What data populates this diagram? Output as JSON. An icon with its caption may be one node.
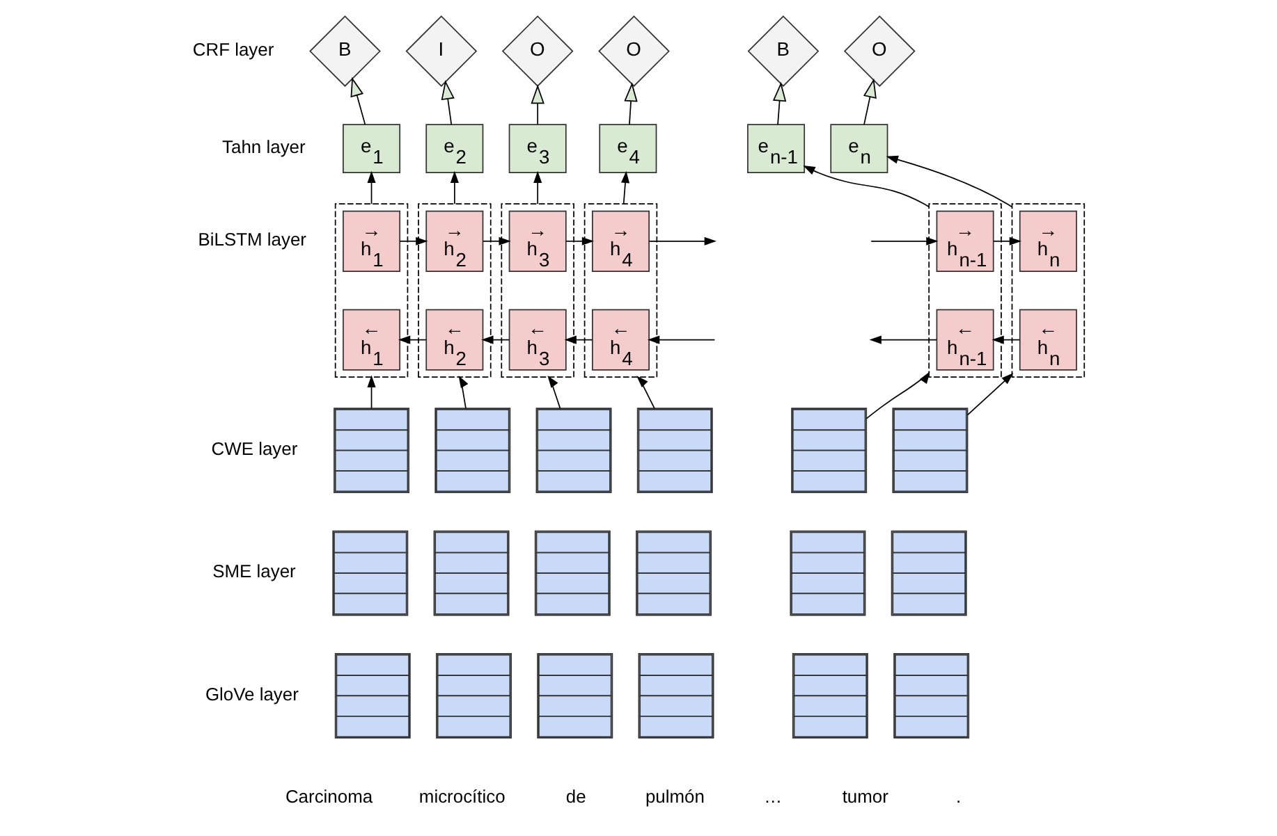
{
  "diagram": {
    "nodes": [
      {
        "text": [
          "B"
        ]
      },
      {
        "text": [
          "I"
        ]
      },
      {
        "text": [
          "O"
        ]
      },
      {
        "text": [
          "O"
        ]
      },
      {
        "text": [
          "B"
        ]
      },
      {
        "text": [
          "O"
        ]
      },
      {
        "text": [
          "e$_{1}$"
        ]
      },
      {
        "text": [
          "e$_{2}$"
        ]
      },
      {
        "text": [
          "e$_{3}$"
        ]
      },
      {
        "text": [
          "e$_{4}$"
        ]
      },
      {
        "text": [
          "e$_{n-1}$"
        ]
      },
      {
        "text": [
          "e$_{n}$"
        ]
      },
      {
        "text": [],
        "shape": "box"
      },
      {
        "text": [
          "→",
          "h$_{1}$"
        ],
        "in": 12
      },
      {
        "text": [
          "←",
          "h$_{1}$"
        ],
        "in": 12
      },
      {
        "text": [],
        "shape": "box"
      },
      {
        "text": [
          "→",
          "h$_{2}$"
        ],
        "in": 15
      },
      {
        "text": [
          "←",
          "h$_{2}$"
        ],
        "in": 15
      },
      {
        "text": [],
        "shape": "box"
      },
      {
        "text": [
          "→",
          "h$_{3}$"
        ],
        "in": 18
      },
      {
        "text": [
          "←",
          "h$_{3}$"
        ],
        "in": 18
      },
      {
        "text": [],
        "shape": "box"
      },
      {
        "text": [
          "→",
          "h$_{4}$"
        ],
        "in": 21
      },
      {
        "text": [
          "←",
          "h$_{4}$"
        ],
        "in": 21
      },
      {
        "text": [],
        "shape": "box"
      },
      {
        "text": [
          "→",
          "h$_{n-1}$"
        ],
        "in": 24
      },
      {
        "text": [
          "←",
          "h$_{n-1}$"
        ],
        "in": 24
      },
      {
        "text": [],
        "shape": "box"
      },
      {
        "text": [
          "→",
          "h$_{n}$"
        ],
        "in": 27
      },
      {
        "text": [
          "←",
          "h$_{n}$"
        ],
        "in": 27
      },
      {
        "text": [],
        "shape": "box"
      },
      {
        "text": [],
        "shape": "box"
      },
      {
        "text": [],
        "shape": "box"
      },
      {
        "text": [],
        "shape": "box"
      },
      {
        "text": [],
        "shape": "box"
      },
      {
        "text": [],
        "shape": "box"
      },
      {
        "text": [],
        "shape": "box"
      },
      {
        "text": [],
        "shape": "box"
      },
      {
        "text": [],
        "shape": "box"
      },
      {
        "text": [],
        "shape": "box"
      },
      {
        "text": [],
        "shape": "box"
      },
      {
        "text": [],
        "shape": "box"
      },
      {
        "text": [],
        "shape": "box"
      },
      {
        "text": [],
        "shape": "box"
      },
      {
        "text": [],
        "shape": "box"
      },
      {
        "text": [],
        "shape": "box"
      },
      {
        "text": [],
        "shape": "box"
      },
      {
        "text": [],
        "shape": "box"
      }
    ],
    "edges": [
      {
        "from": 6,
        "to": 0,
        "arrow": "to"
      },
      {
        "from": 7,
        "to": 1,
        "arrow": "to"
      },
      {
        "from": 8,
        "to": 2,
        "arrow": "to"
      },
      {
        "from": 9,
        "to": 3,
        "arrow": "to"
      },
      {
        "from": 10,
        "to": 4,
        "arrow": "to"
      },
      {
        "from": 11,
        "to": 5,
        "arrow": "to"
      },
      {
        "from": 12,
        "to": 6,
        "arrow": "to"
      },
      {
        "from": 15,
        "to": 7,
        "arrow": "to"
      },
      {
        "from": 18,
        "to": 8,
        "arrow": "to"
      },
      {
        "from": 21,
        "to": 9,
        "arrow": "to"
      },
      {
        "from": 24,
        "to": 10,
        "arrow": "to"
      },
      {
        "from": 27,
        "to": 11,
        "arrow": "to"
      },
      {
        "from": 13,
        "to": 16,
        "arrow": "to"
      },
      {
        "from": 16,
        "to": 19,
        "arrow": "to"
      },
      {
        "from": 19,
        "to": 22,
        "arrow": "to"
      },
      {
        "from": 22,
        "to": null,
        "arrow": "to"
      },
      {
        "from": null,
        "to": 25,
        "arrow": "to"
      },
      {
        "from": 25,
        "to": 28,
        "arrow": "to"
      },
      {
        "from": 17,
        "to": 14,
        "arrow": "to"
      },
      {
        "from": 20,
        "to": 17,
        "arrow": "to"
      },
      {
        "from": 23,
        "to": 20,
        "arrow": "to"
      },
      {
        "from": null,
        "to": 23,
        "arrow": "to"
      },
      {
        "from": 26,
        "to": null,
        "arrow": "to"
      },
      {
        "from": 29,
        "to": 26,
        "arrow": "to"
      },
      {
        "from": 30,
        "to": 12,
        "arrow": "to"
      },
      {
        "from": 31,
        "to": 15,
        "arrow": "to"
      },
      {
        "from": 32,
        "to": 18,
        "arrow": "to"
      },
      {
        "from": 33,
        "to": 21,
        "arrow": "to"
      },
      {
        "from": 34,
        "to": 24,
        "arrow": "to"
      },
      {
        "from": 35,
        "to": 27,
        "arrow": "to"
      }
    ],
    "labels": [
      "CRF layer",
      "Tahn layer",
      "BiLSTM layer",
      "CWE layer",
      "SME layer",
      "GloVe layer",
      "Carcinoma",
      "microcítico",
      "de",
      "pulmón",
      "…",
      "tumor",
      "."
    ]
  }
}
